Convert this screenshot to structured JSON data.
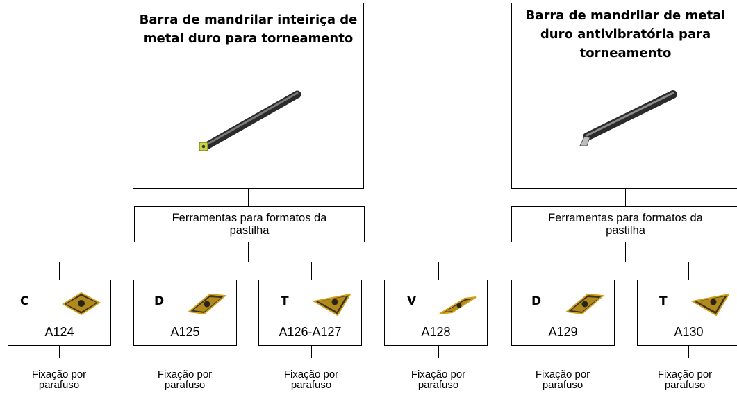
{
  "products": [
    {
      "title_lines": [
        "Barra de mandrilar inteiriça de",
        "metal duro para torneamento"
      ],
      "format_label_lines": [
        "Ferramentas para formatos da",
        "pastilha"
      ]
    },
    {
      "title_lines": [
        "Barra de mandrilar de metal",
        "duro antivibratória para",
        "torneamento"
      ],
      "format_label_lines": [
        "Ferramentas para formatos da",
        "pastilha"
      ]
    }
  ],
  "inserts": [
    {
      "letter": "C",
      "code": "A124",
      "shape": "rhombic-80",
      "clamping": [
        "Fixação por",
        "parafuso"
      ]
    },
    {
      "letter": "D",
      "code": "A125",
      "shape": "rhombic-55",
      "clamping": [
        "Fixação por",
        "parafuso"
      ]
    },
    {
      "letter": "T",
      "code": "A126-A127",
      "shape": "triangle",
      "clamping": [
        "Fixação por",
        "parafuso"
      ]
    },
    {
      "letter": "V",
      "code": "A128",
      "shape": "rhombic-35",
      "clamping": [
        "Fixação por",
        "parafuso"
      ]
    },
    {
      "letter": "D",
      "code": "A129",
      "shape": "rhombic-55",
      "clamping": [
        "Fixação por",
        "parafuso"
      ]
    },
    {
      "letter": "T",
      "code": "A130",
      "shape": "triangle",
      "clamping": [
        "Fixação por",
        "parafuso"
      ]
    }
  ],
  "colors": {
    "line": "#000000",
    "insert_gold": "#d4a017",
    "insert_dark": "#3a3326",
    "bar_dark": "#2b2b2b"
  }
}
